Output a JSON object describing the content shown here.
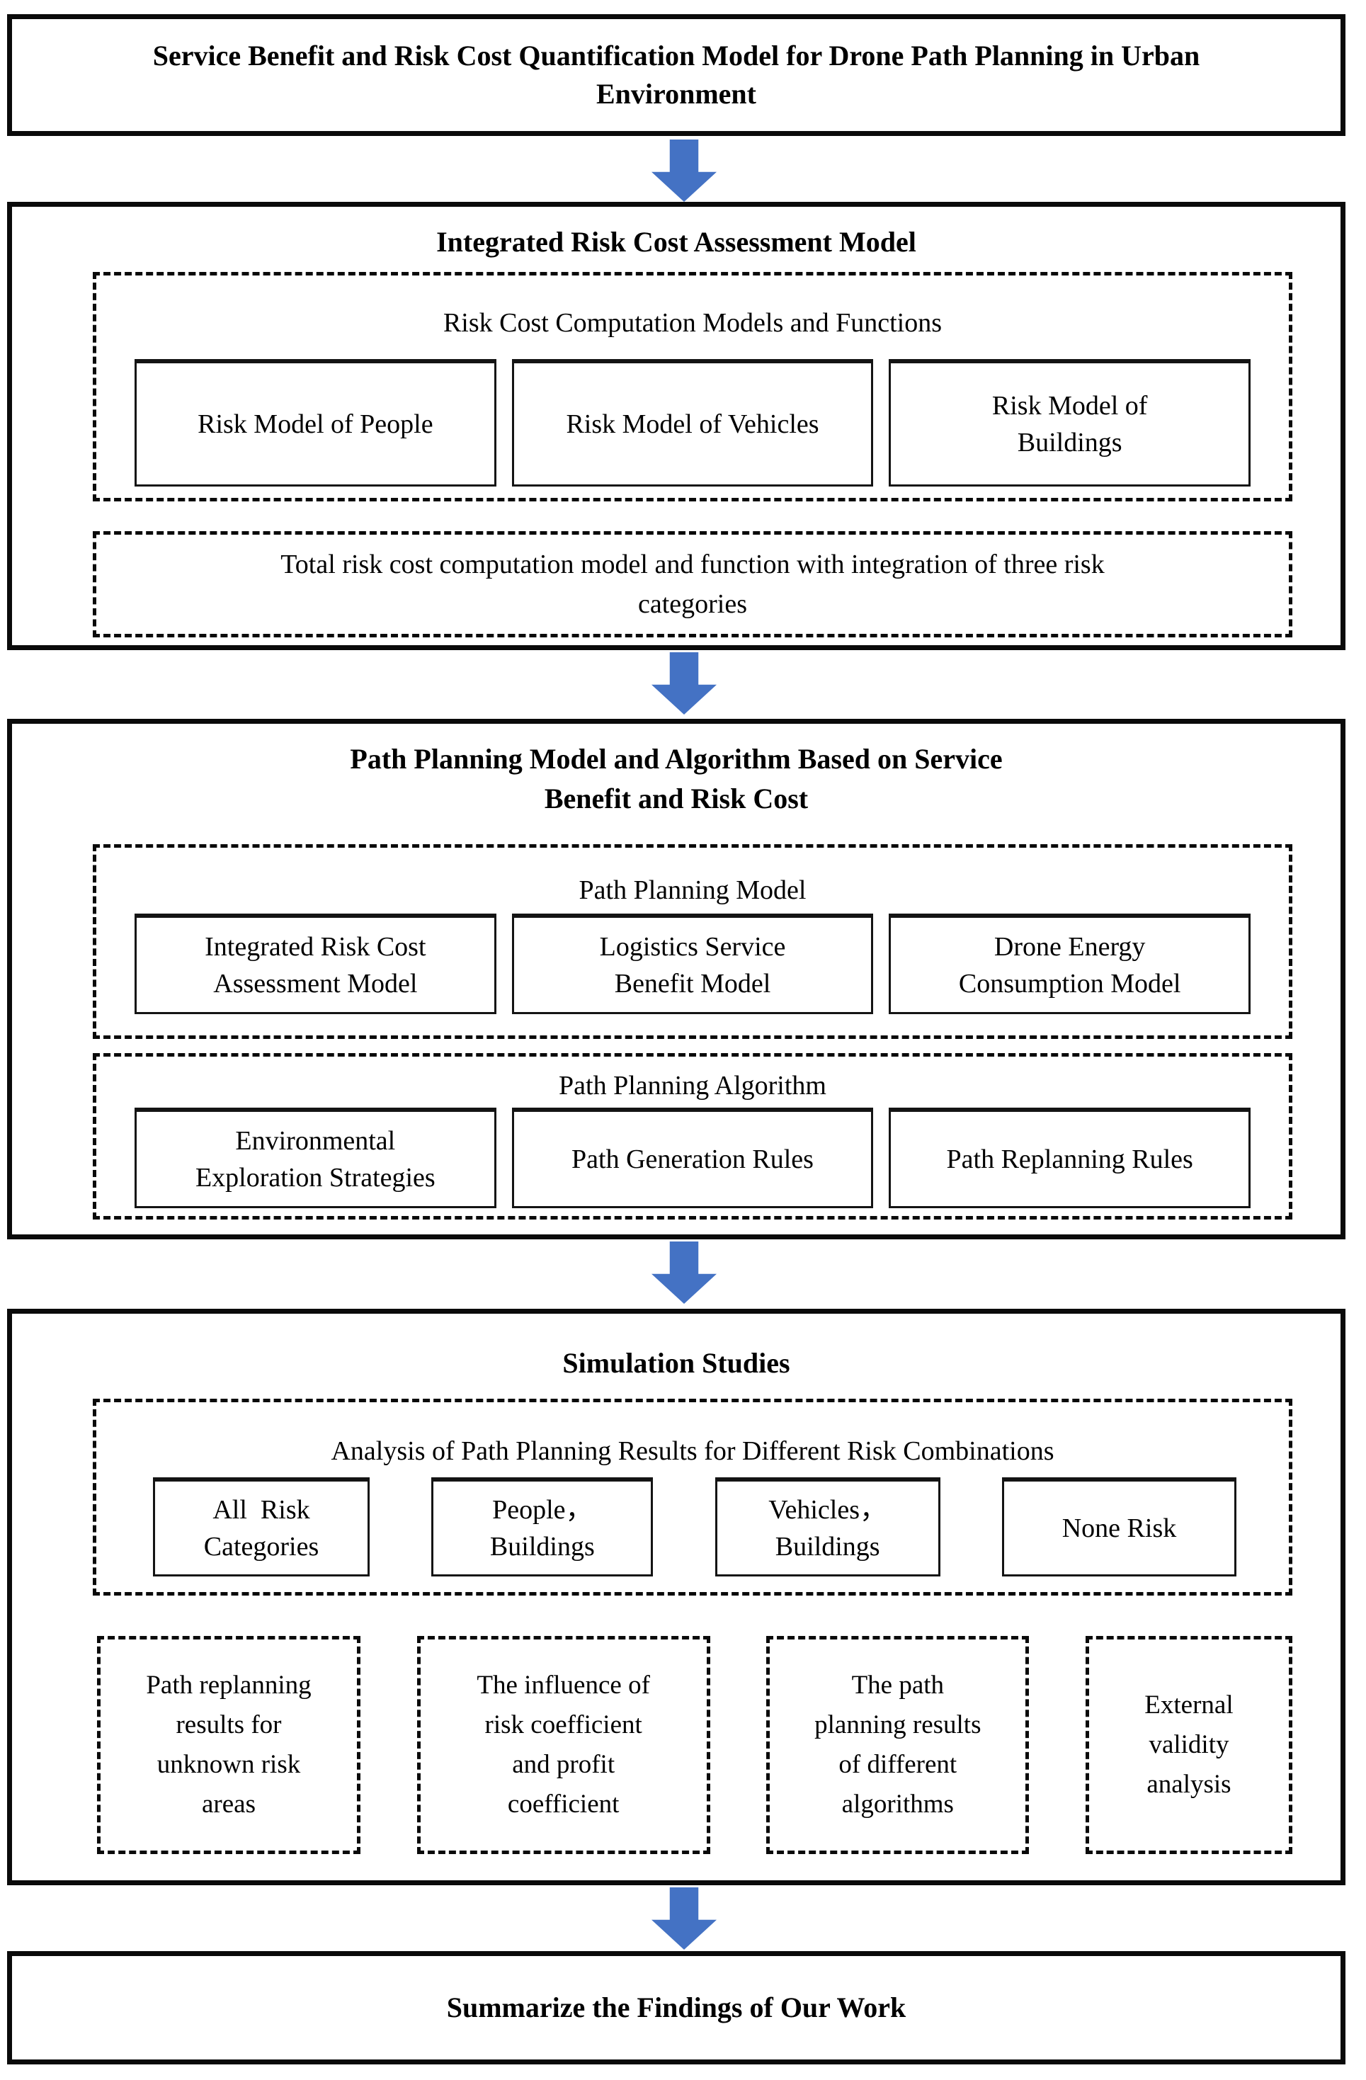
{
  "accent_color": "#4472C4",
  "top_box": {
    "title_lines": [
      "Service Benefit and Risk Cost Quantification Model for Drone Path Planning in Urban",
      "Environment"
    ]
  },
  "risk_section": {
    "title": "Integrated Risk Cost Assessment Model",
    "computation": {
      "label": "Risk Cost Computation Models and Functions",
      "boxes": [
        [
          "Risk Model of People"
        ],
        [
          "Risk Model of Vehicles"
        ],
        [
          "Risk Model of",
          "Buildings"
        ]
      ]
    },
    "total_box": {
      "lines": [
        "Total risk cost computation model and function with integration of three risk",
        "categories"
      ]
    }
  },
  "planning_section": {
    "title_lines": [
      "Path Planning Model and Algorithm Based on Service",
      "Benefit and Risk Cost"
    ],
    "model": {
      "label": "Path Planning Model",
      "boxes": [
        [
          "Integrated Risk Cost",
          "Assessment Model"
        ],
        [
          "Logistics Service",
          "Benefit Model"
        ],
        [
          "Drone Energy",
          "Consumption Model"
        ]
      ]
    },
    "algorithm": {
      "label": "Path Planning Algorithm",
      "boxes": [
        [
          "Environmental",
          "Exploration Strategies"
        ],
        [
          "Path Generation Rules"
        ],
        [
          "Path Replanning Rules"
        ]
      ]
    }
  },
  "simulation_section": {
    "title": "Simulation Studies",
    "analysis": {
      "label": "Analysis of Path Planning Results for Different Risk Combinations",
      "boxes": [
        [
          "All  Risk",
          "Categories"
        ],
        [
          "People，",
          "Buildings"
        ],
        [
          "Vehicles，",
          "Buildings"
        ],
        [
          "None Risk"
        ]
      ]
    },
    "studies": [
      [
        "Path replanning",
        "results for",
        "unknown risk",
        "areas"
      ],
      [
        "The influence of",
        "risk coefficient",
        "and profit",
        "coefficient"
      ],
      [
        "The path",
        "planning results",
        "of different",
        "algorithms"
      ],
      [
        "External",
        "validity",
        "analysis"
      ]
    ]
  },
  "summary_box": {
    "title": "Summarize the Findings of Our Work"
  }
}
